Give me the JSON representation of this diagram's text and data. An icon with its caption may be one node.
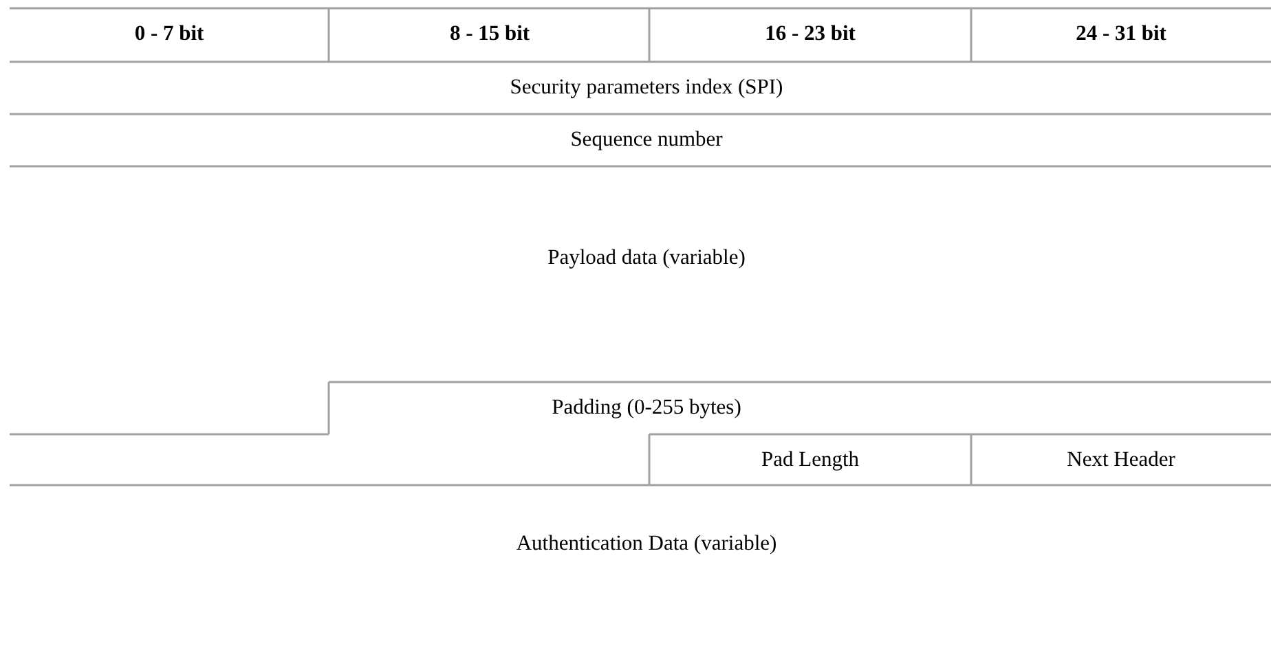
{
  "diagram": {
    "labels": [
      "0 - 7 bit",
      "8 - 15 bit",
      "16 - 23 bit",
      "24 - 31 bit",
      "Security parameters index (SPI)",
      "Sequence number",
      "Payload data (variable)",
      "Padding (0-255 bytes)",
      "Pad Length",
      "Next Header",
      "Authentication Data (variable)"
    ]
  }
}
